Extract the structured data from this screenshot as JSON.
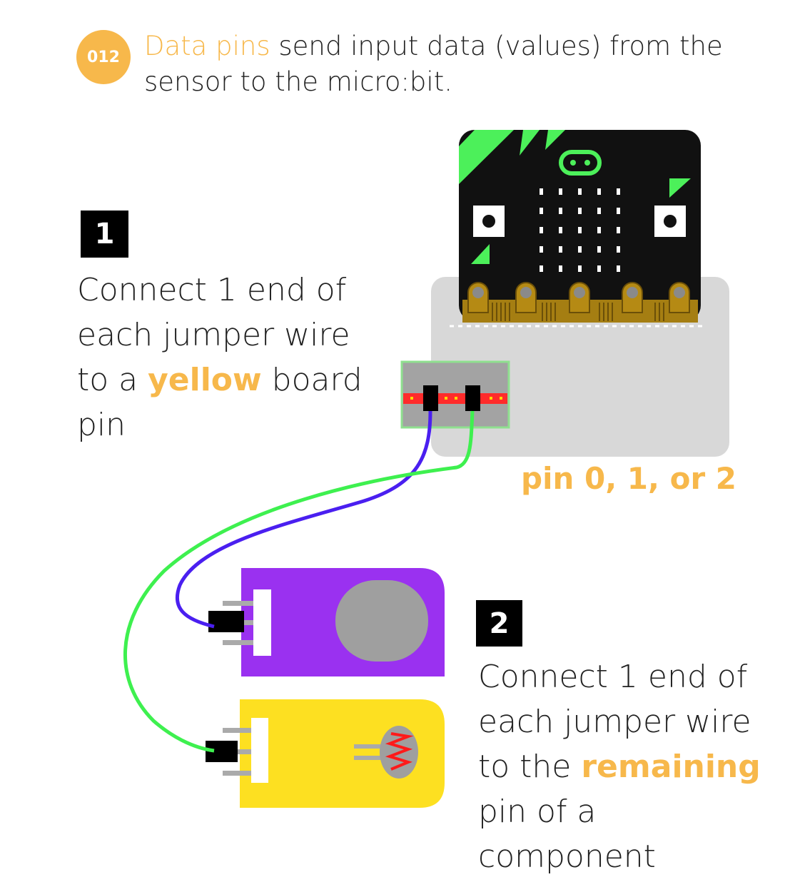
{
  "header": {
    "step_number": "012",
    "highlight": "Data pins",
    "text": " send input data (values) from the sensor to the micro:bit."
  },
  "step1": {
    "number": "1",
    "text_before": "Connect 1 end of each jumper wire to a ",
    "highlight": "yellow",
    "text_after": " board pin"
  },
  "pin_label": "pin 0, 1, or 2",
  "step2": {
    "number": "2",
    "text_before": "Connect 1 end of each jumper wire to the ",
    "highlight": "remaining",
    "text_after": " pin of a component"
  },
  "colors": {
    "accent": "#f7b84b",
    "wire_purple": "#4a1ff0",
    "wire_green": "#3ef04f",
    "board_green": "#4cf05a",
    "sensor_purple": "#9a31f0",
    "sensor_yellow": "#fde021"
  }
}
